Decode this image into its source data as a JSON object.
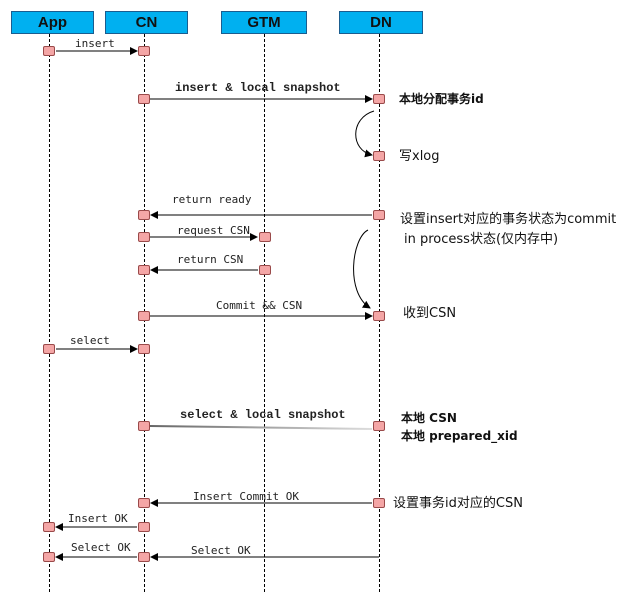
{
  "participants": [
    "App",
    "CN",
    "GTM",
    "DN"
  ],
  "messages": {
    "insert": "insert",
    "insert_local_snapshot": "insert & local snapshot",
    "return_ready": "return ready",
    "request_csn": "request CSN",
    "return_csn": "return CSN",
    "commit_csn": "Commit && CSN",
    "select": "select",
    "select_local_snapshot": "select & local snapshot",
    "insert_commit_ok": "Insert Commit OK",
    "insert_ok": "Insert OK",
    "select_ok_cn": "Select OK",
    "select_ok_dn": "Select OK"
  },
  "notes": {
    "alloc_txid": "本地分配事务id",
    "write_xlog": "写xlog",
    "set_commit_in_progress_1": "设置insert对应的事务状态为commit",
    "set_commit_in_progress_2": "in process状态(仅内存中)",
    "receive_csn": "收到CSN",
    "local_csn": "本地 CSN",
    "local_prepared_xid": "本地 prepared_xid",
    "set_txid_csn": "设置事务id对应的CSN"
  }
}
